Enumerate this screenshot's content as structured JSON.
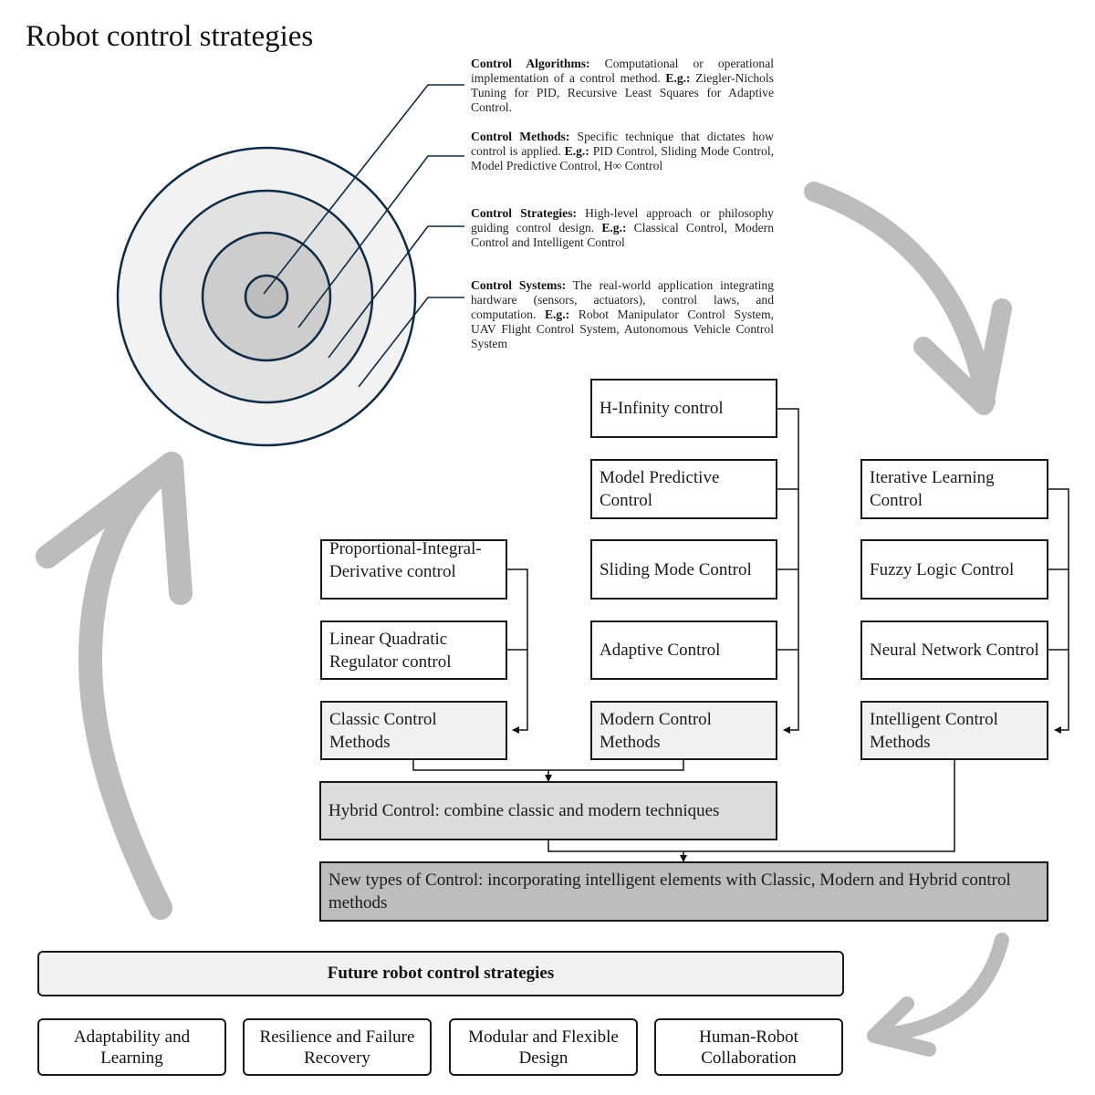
{
  "title": "Robot control strategies",
  "colors": {
    "ring_stroke": "#0f2a44",
    "ring_outer_fill": "#f2f2f2",
    "ring_2_fill": "#e2e2e2",
    "ring_3_fill": "#cdcdcd",
    "ring_core_fill": "#bdbdbd",
    "arrow_gray": "#bcbcbc",
    "category_fill": "#f1f1f1",
    "hybrid_fill": "#dcdcdc",
    "new_types_fill": "#bdbdbd"
  },
  "definitions": [
    {
      "term": "Control Algorithms:",
      "text": " Computational or operational implementation of a control method. ",
      "eg_label": "E.g.:",
      "eg_text": " Ziegler-Nichols Tuning for PID, Recursive Least Squares for Adaptive Control."
    },
    {
      "term": "Control Methods:",
      "text": " Specific technique that dictates how control is applied. ",
      "eg_label": "E.g.:",
      "eg_text": " PID Control, Sliding Mode Control, Model Predictive Control, H∞ Control"
    },
    {
      "term": "Control Strategies:",
      "text": " High-level approach or philosophy guiding control design. ",
      "eg_label": "E.g.:",
      "eg_text": " Classical Control, Modern Control and Intelligent Control"
    },
    {
      "term": "Control Systems:",
      "text": " The real-world application integrating hardware (sensors, actuators), control laws, and computation. ",
      "eg_label": "E.g.:",
      "eg_text": " Robot Manipulator Control System, UAV Flight Control System, Autonomous Vehicle Control System"
    }
  ],
  "classic": {
    "methods": [
      "Proportional-Integral-Derivative control",
      "Linear Quadratic Regulator control"
    ],
    "category": "Classic Control Methods"
  },
  "modern": {
    "methods": [
      "H-Infinity control",
      "Model Predictive Control",
      "Sliding Mode Control",
      "Adaptive Control"
    ],
    "category": "Modern Control Methods"
  },
  "intelligent": {
    "methods": [
      "Iterative Learning Control",
      "Fuzzy Logic Control",
      "Neural Network Control"
    ],
    "category": "Intelligent Control Methods"
  },
  "hybrid": "Hybrid Control: combine classic and modern techniques",
  "new_types": "New types of Control: incorporating intelligent elements with Classic, Modern and Hybrid control methods",
  "future": {
    "header": "Future robot control strategies",
    "items": [
      "Adaptability and Learning",
      "Resilience and Failure Recovery",
      "Modular and Flexible Design",
      "Human-Robot Collaboration"
    ]
  }
}
